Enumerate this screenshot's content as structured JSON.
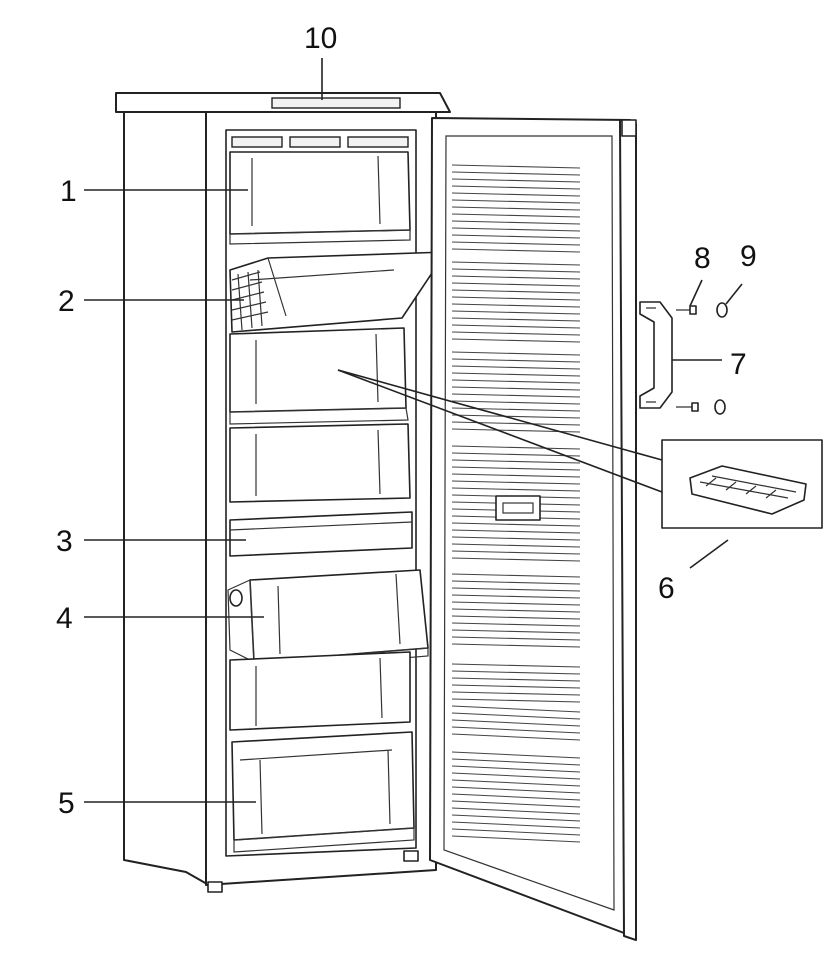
{
  "callouts": [
    {
      "id": "1",
      "label": "1"
    },
    {
      "id": "2",
      "label": "2"
    },
    {
      "id": "3",
      "label": "3"
    },
    {
      "id": "4",
      "label": "4"
    },
    {
      "id": "5",
      "label": "5"
    },
    {
      "id": "6",
      "label": "6"
    },
    {
      "id": "7",
      "label": "7"
    },
    {
      "id": "8",
      "label": "8"
    },
    {
      "id": "9",
      "label": "9"
    },
    {
      "id": "10",
      "label": "10"
    }
  ],
  "icons": {
    "freezer": "upright-freezer-illustration",
    "ice_tray": "ice-cube-tray-icon",
    "handle": "door-handle-icon",
    "screw": "screw-icon",
    "cap": "cover-cap-icon",
    "thermostat": "temperature-control-icon"
  }
}
